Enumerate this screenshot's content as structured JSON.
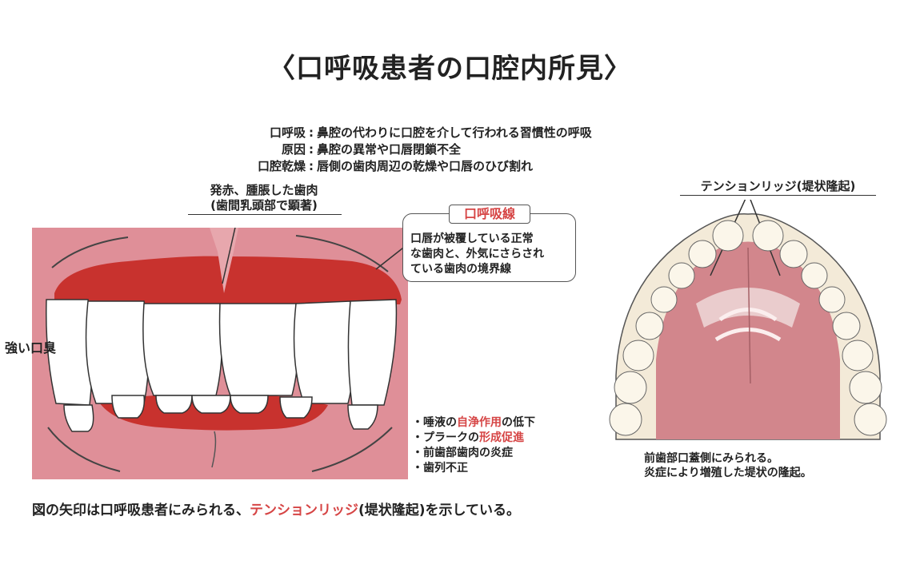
{
  "title": "〈口呼吸患者の口腔内所見〉",
  "definitions": [
    {
      "term": "口呼吸",
      "desc": "鼻腔の代わりに口腔を介して行われる習慣性の呼吸"
    },
    {
      "term": "原因",
      "desc": "鼻腔の異常や口唇閉鎖不全"
    },
    {
      "term": "口腔乾燥",
      "desc": "唇側の歯肉周辺の乾燥や口唇のひび割れ"
    }
  ],
  "gum_label": {
    "line1": "発赤、腫脹した歯肉",
    "line2": "(歯間乳頭部で顕著)"
  },
  "callout": {
    "title": "口呼吸線",
    "line1": "口唇が被覆している正常",
    "line2": "な歯肉と、外気にさらされ",
    "line3": "ている歯肉の境界線"
  },
  "bad_breath": "強い口臭",
  "effects": [
    {
      "pre": "・唾液の",
      "red": "自浄作用",
      "post": "の低下"
    },
    {
      "pre": "・プラークの",
      "red": "形成促進",
      "post": ""
    },
    {
      "pre": "・前歯部歯肉の炎症",
      "red": "",
      "post": ""
    },
    {
      "pre": "・歯列不正",
      "red": "",
      "post": ""
    }
  ],
  "caption": {
    "pre": "図の矢印は口呼吸患者にみられる、",
    "red": "テンションリッジ",
    "post": "(堤状隆起)を示している。"
  },
  "tension_label": "テンションリッジ(堤状隆起)",
  "palate_note": {
    "line1": "前歯部口蓋側にみられる。",
    "line2": "炎症により増殖した堤状の隆起。"
  },
  "colors": {
    "gum_inflamed": "#c8322e",
    "mouth_bg": "#df8f98",
    "palate": "#d2868c",
    "accent_text": "#d64545"
  }
}
